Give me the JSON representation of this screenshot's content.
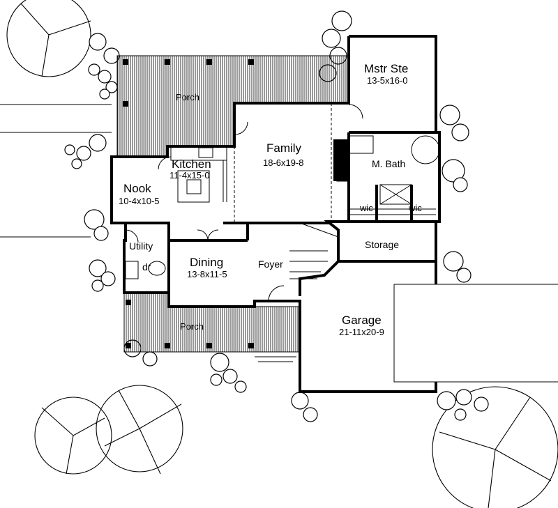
{
  "rooms": {
    "mstr_ste": {
      "name": "Mstr Ste",
      "dims": "13-5x16-0"
    },
    "family": {
      "name": "Family",
      "dims": "18-6x19-8"
    },
    "kitchen": {
      "name": "Kitchen",
      "dims": "11-4x15-0"
    },
    "nook": {
      "name": "Nook",
      "dims": "10-4x10-5"
    },
    "m_bath": {
      "name": "M. Bath"
    },
    "wic_left": {
      "name": "wic"
    },
    "wic_right": {
      "name": "wic"
    },
    "utility": {
      "name": "Utility"
    },
    "dr": {
      "name": "dr"
    },
    "dining": {
      "name": "Dining",
      "dims": "13-8x11-5"
    },
    "foyer": {
      "name": "Foyer"
    },
    "storage": {
      "name": "Storage"
    },
    "garage": {
      "name": "Garage",
      "dims": "21-11x20-9"
    },
    "porch_rear": {
      "name": "Porch"
    },
    "porch_front": {
      "name": "Porch"
    }
  }
}
